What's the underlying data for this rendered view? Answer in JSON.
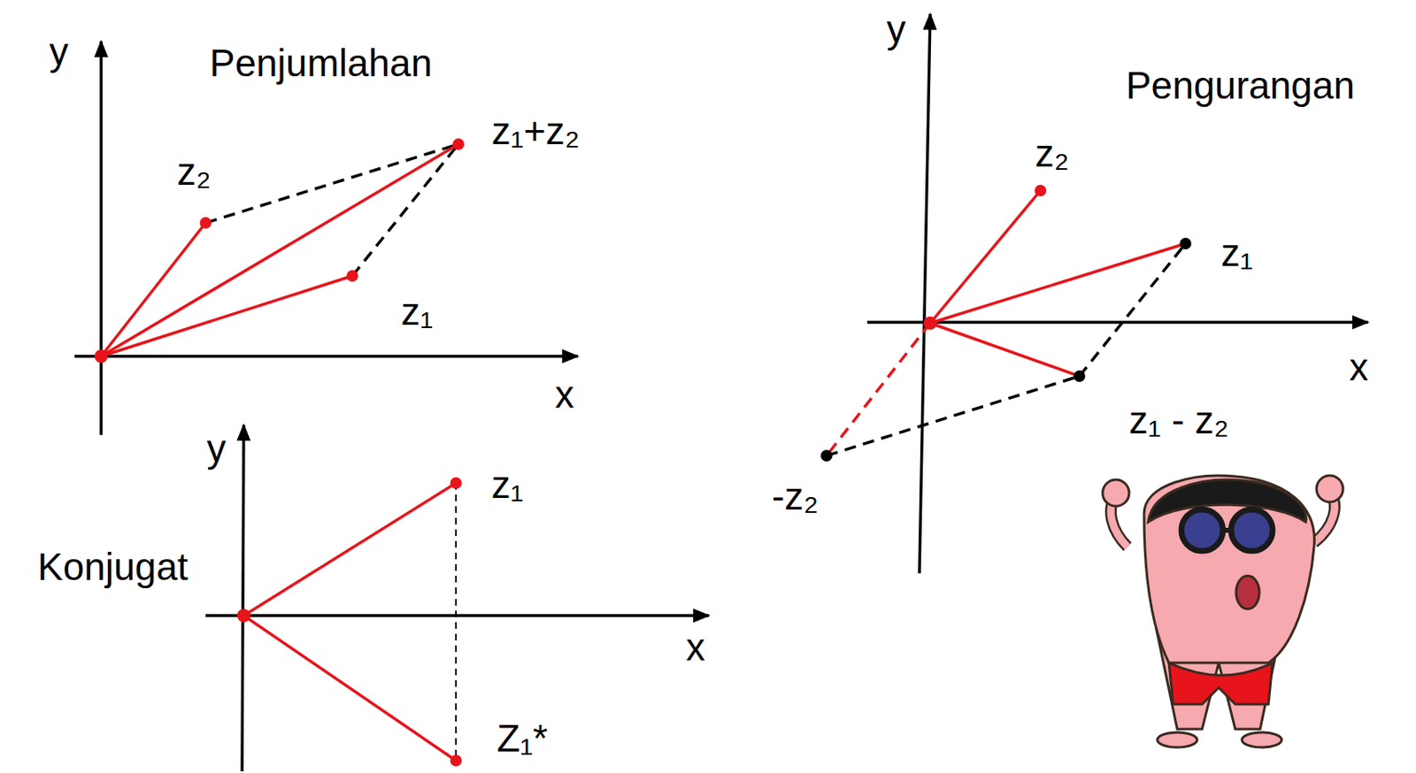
{
  "diagram": {
    "labels": [
      "y",
      "Penjumlahan",
      "z₁+z₂",
      "z₂",
      "z₁",
      "x",
      "y",
      "Pengurangan",
      "z₂",
      "z₁",
      "x",
      "z₁ - z₂",
      "-z₂",
      "y",
      "Konjugat",
      "z₁",
      "x",
      "Z₁*"
    ]
  }
}
